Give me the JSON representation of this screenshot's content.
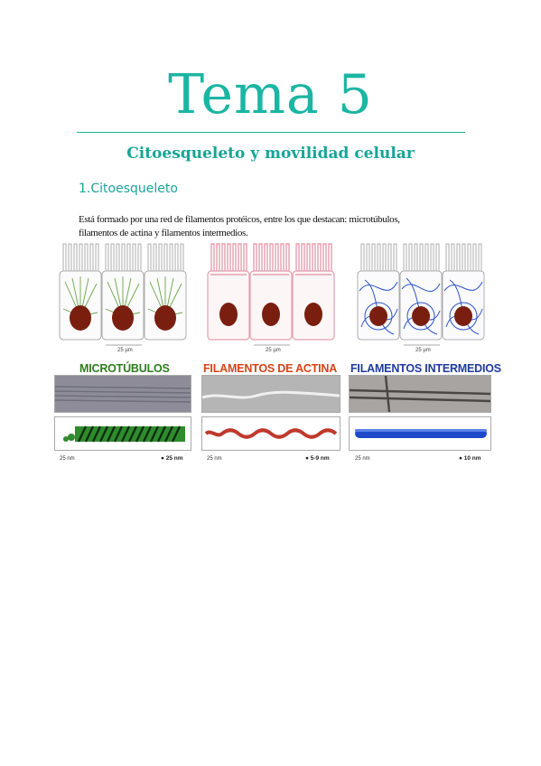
{
  "document": {
    "title": "Tema 5",
    "subtitle": "Citoesqueleto y movilidad celular",
    "section_heading": "1.Citoesqueleto",
    "body_lines": [
      "Está formado por una red de filamentos protéicos, entre los que destacan: microtúbulos,",
      "filamentos de actina y filamentos intermedios."
    ]
  },
  "figure": {
    "panels": [
      {
        "name": "microtubulos",
        "cell_scale": "25 µm",
        "label": "MICROTÚBULOS",
        "label_color": "#2e7d1f",
        "filament_color": "#6aa54a",
        "micrograph_color": "#8d8c98",
        "model_color": "#2e8b2e",
        "scale_nm": "25 nm",
        "diameter": "● 25 nm"
      },
      {
        "name": "filamentos-actina",
        "cell_scale": "25 µm",
        "label": "FILAMENTOS DE ACTINA",
        "label_color": "#d84315",
        "filament_color": "#e89aa6",
        "micrograph_color": "#b5b5b5",
        "model_color": "#c0392b",
        "scale_nm": "25 nm",
        "diameter": "● 5-9 nm"
      },
      {
        "name": "filamentos-intermedios",
        "cell_scale": "25 µm",
        "label": "FILAMENTOS INTERMEDIOS",
        "label_color": "#1f3a9e",
        "filament_color": "#2a52c8",
        "micrograph_color": "#a7a4a2",
        "model_color": "#1e49c9",
        "scale_nm": "25 nm",
        "diameter": "● 10 nm"
      }
    ],
    "nucleus_color": "#7a1f10"
  }
}
